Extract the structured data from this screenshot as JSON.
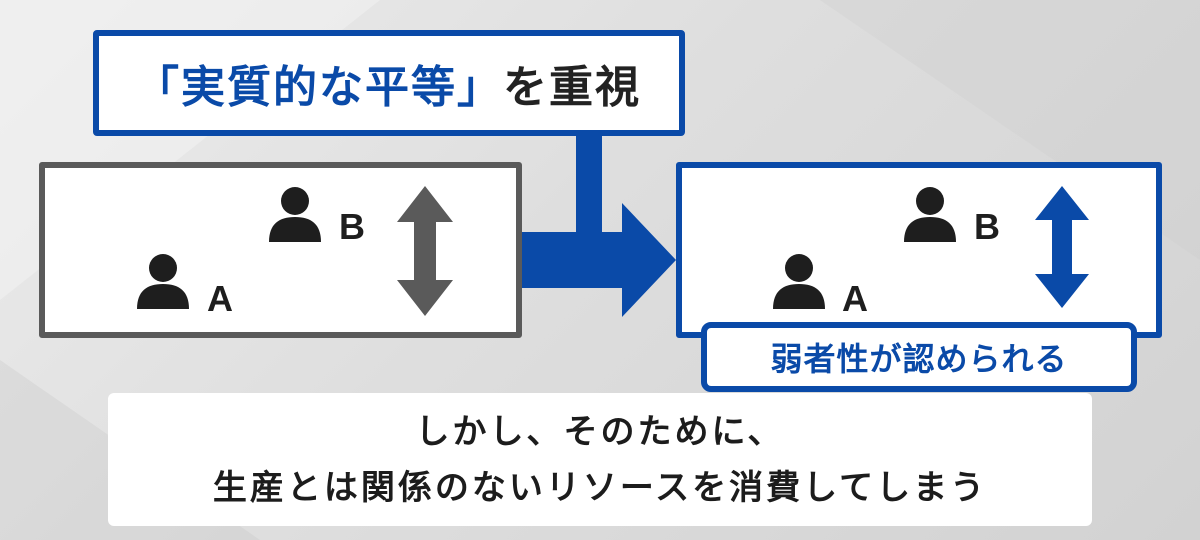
{
  "title": {
    "highlight": "「実質的な平等」",
    "suffix": "を重視"
  },
  "left_panel": {
    "person_a_label": "A",
    "person_b_label": "B"
  },
  "right_panel": {
    "person_a_label": "A",
    "person_b_label": "B",
    "note": "弱者性が認められる"
  },
  "caption": {
    "line1": "しかし、そのために、",
    "line2": "生産とは関係のないリソースを消費してしまう"
  },
  "colors": {
    "accent_blue": "#0a4aa8",
    "neutral_gray": "#5a5a5a",
    "text_dark": "#1e1e1e"
  },
  "icons": {
    "person": "person-icon",
    "flow_arrow": "right-arrow-icon",
    "gap_arrow": "double-headed-vertical-arrow-icon"
  }
}
